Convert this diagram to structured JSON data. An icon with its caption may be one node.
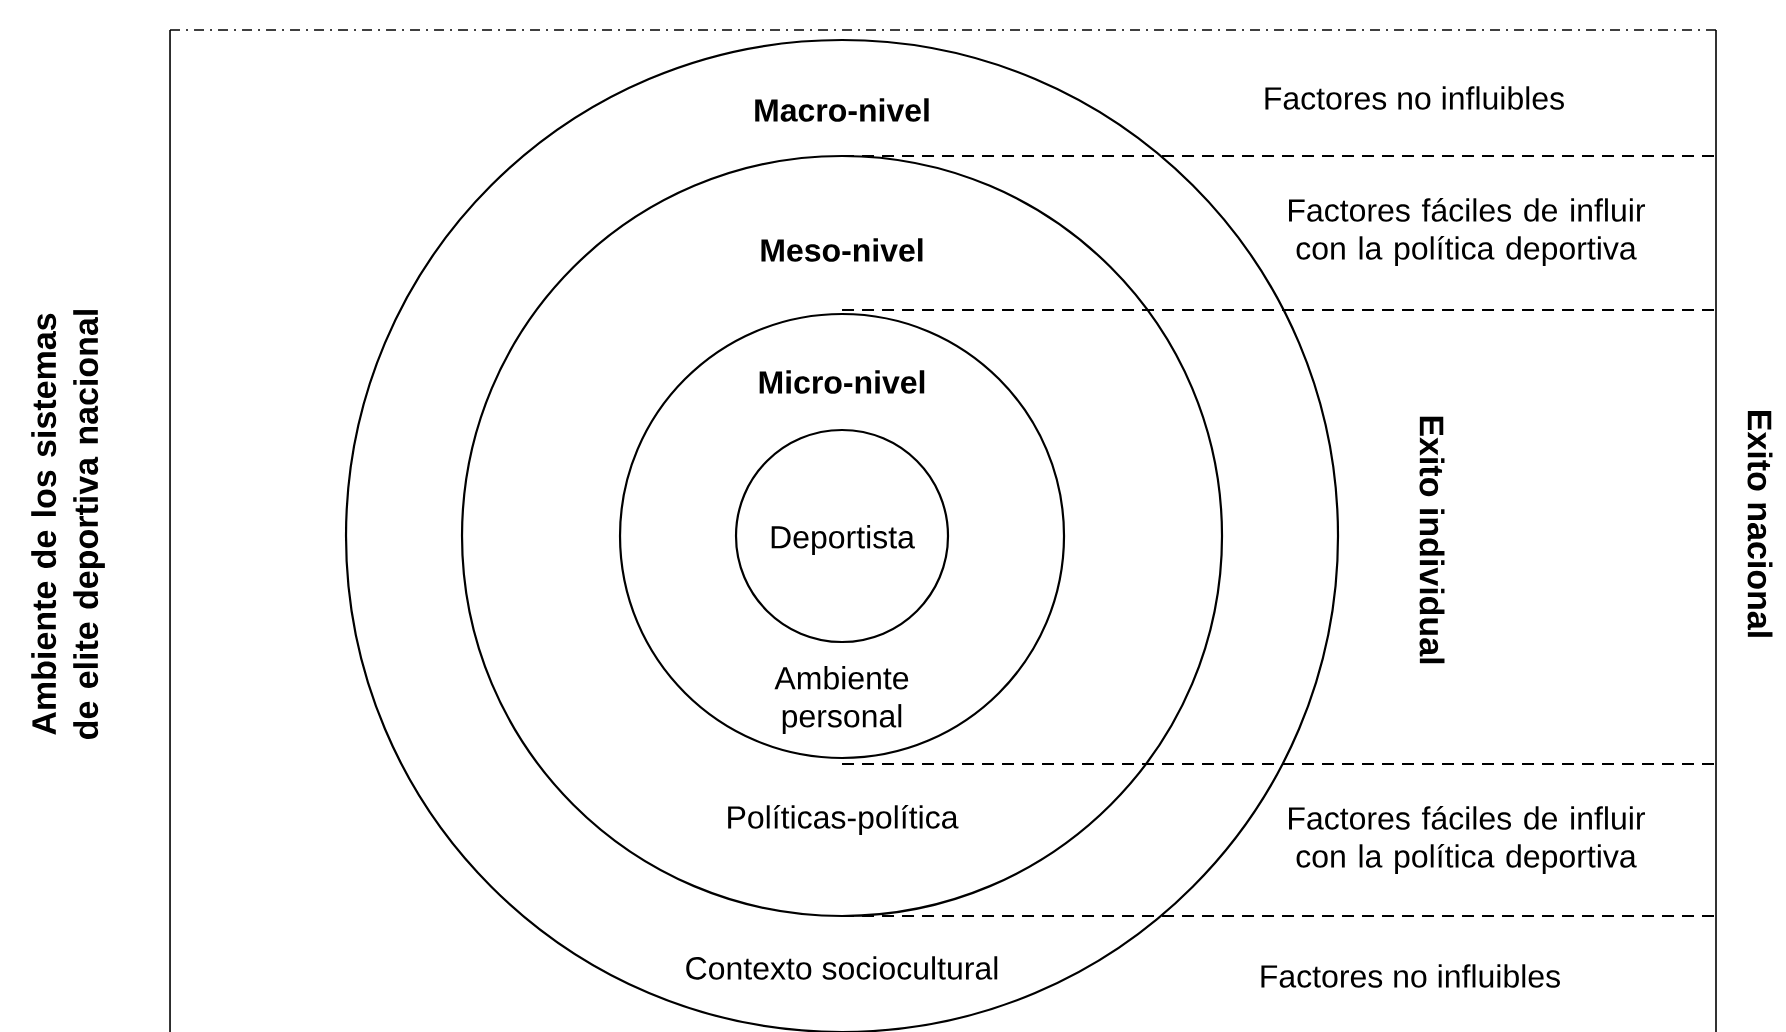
{
  "diagram": {
    "nodes": [
      {
        "text": [
          "Macro-nivel",
          "Contexto sociocultural"
        ]
      },
      {
        "text": [
          "Meso-nivel",
          "Políticas-política"
        ],
        "in": 0
      },
      {
        "text": [
          "Micro-nivel",
          "Ambiente personal"
        ],
        "in": 1
      },
      {
        "text": [
          "Deportista"
        ],
        "in": 2
      }
    ],
    "labels": [
      "Ambiente de los sistemas de elite deportiva nacional",
      "Factores no influibles",
      "Factores fáciles de influir con la política deportiva",
      "Exito individual",
      "Exito nacional",
      "Factores fáciles de influir con la política deportiva",
      "Factores no influibles"
    ]
  }
}
